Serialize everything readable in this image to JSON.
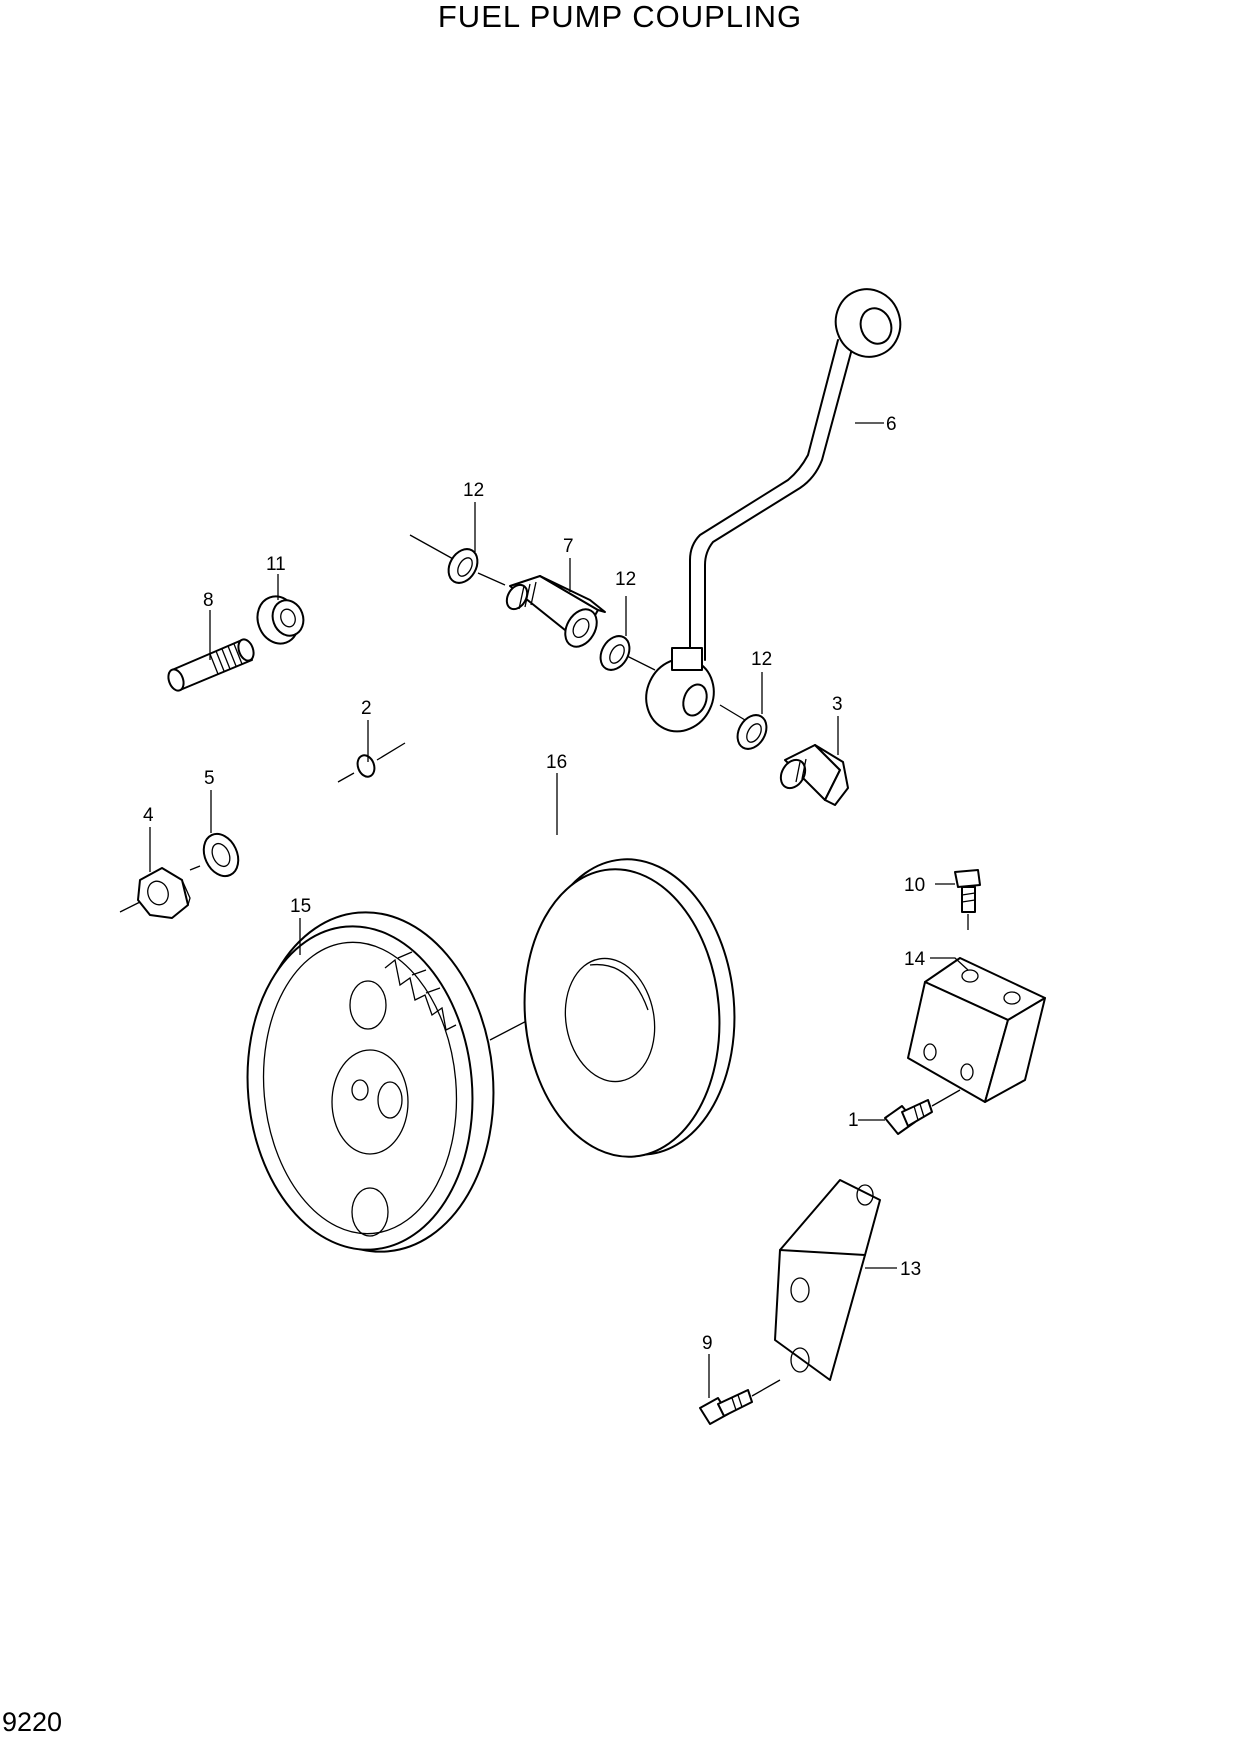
{
  "title": "FUEL PUMP COUPLING",
  "page_number": "9220",
  "callouts": [
    {
      "id": "c1",
      "label": "1"
    },
    {
      "id": "c2",
      "label": "2"
    },
    {
      "id": "c3",
      "label": "3"
    },
    {
      "id": "c4",
      "label": "4"
    },
    {
      "id": "c5",
      "label": "5"
    },
    {
      "id": "c6",
      "label": "6"
    },
    {
      "id": "c7",
      "label": "7"
    },
    {
      "id": "c8",
      "label": "8"
    },
    {
      "id": "c9",
      "label": "9"
    },
    {
      "id": "c10",
      "label": "10"
    },
    {
      "id": "c11",
      "label": "11"
    },
    {
      "id": "c12a",
      "label": "12"
    },
    {
      "id": "c12b",
      "label": "12"
    },
    {
      "id": "c12c",
      "label": "12"
    },
    {
      "id": "c13",
      "label": "13"
    },
    {
      "id": "c14",
      "label": "14"
    },
    {
      "id": "c15",
      "label": "15"
    },
    {
      "id": "c16",
      "label": "16"
    }
  ]
}
